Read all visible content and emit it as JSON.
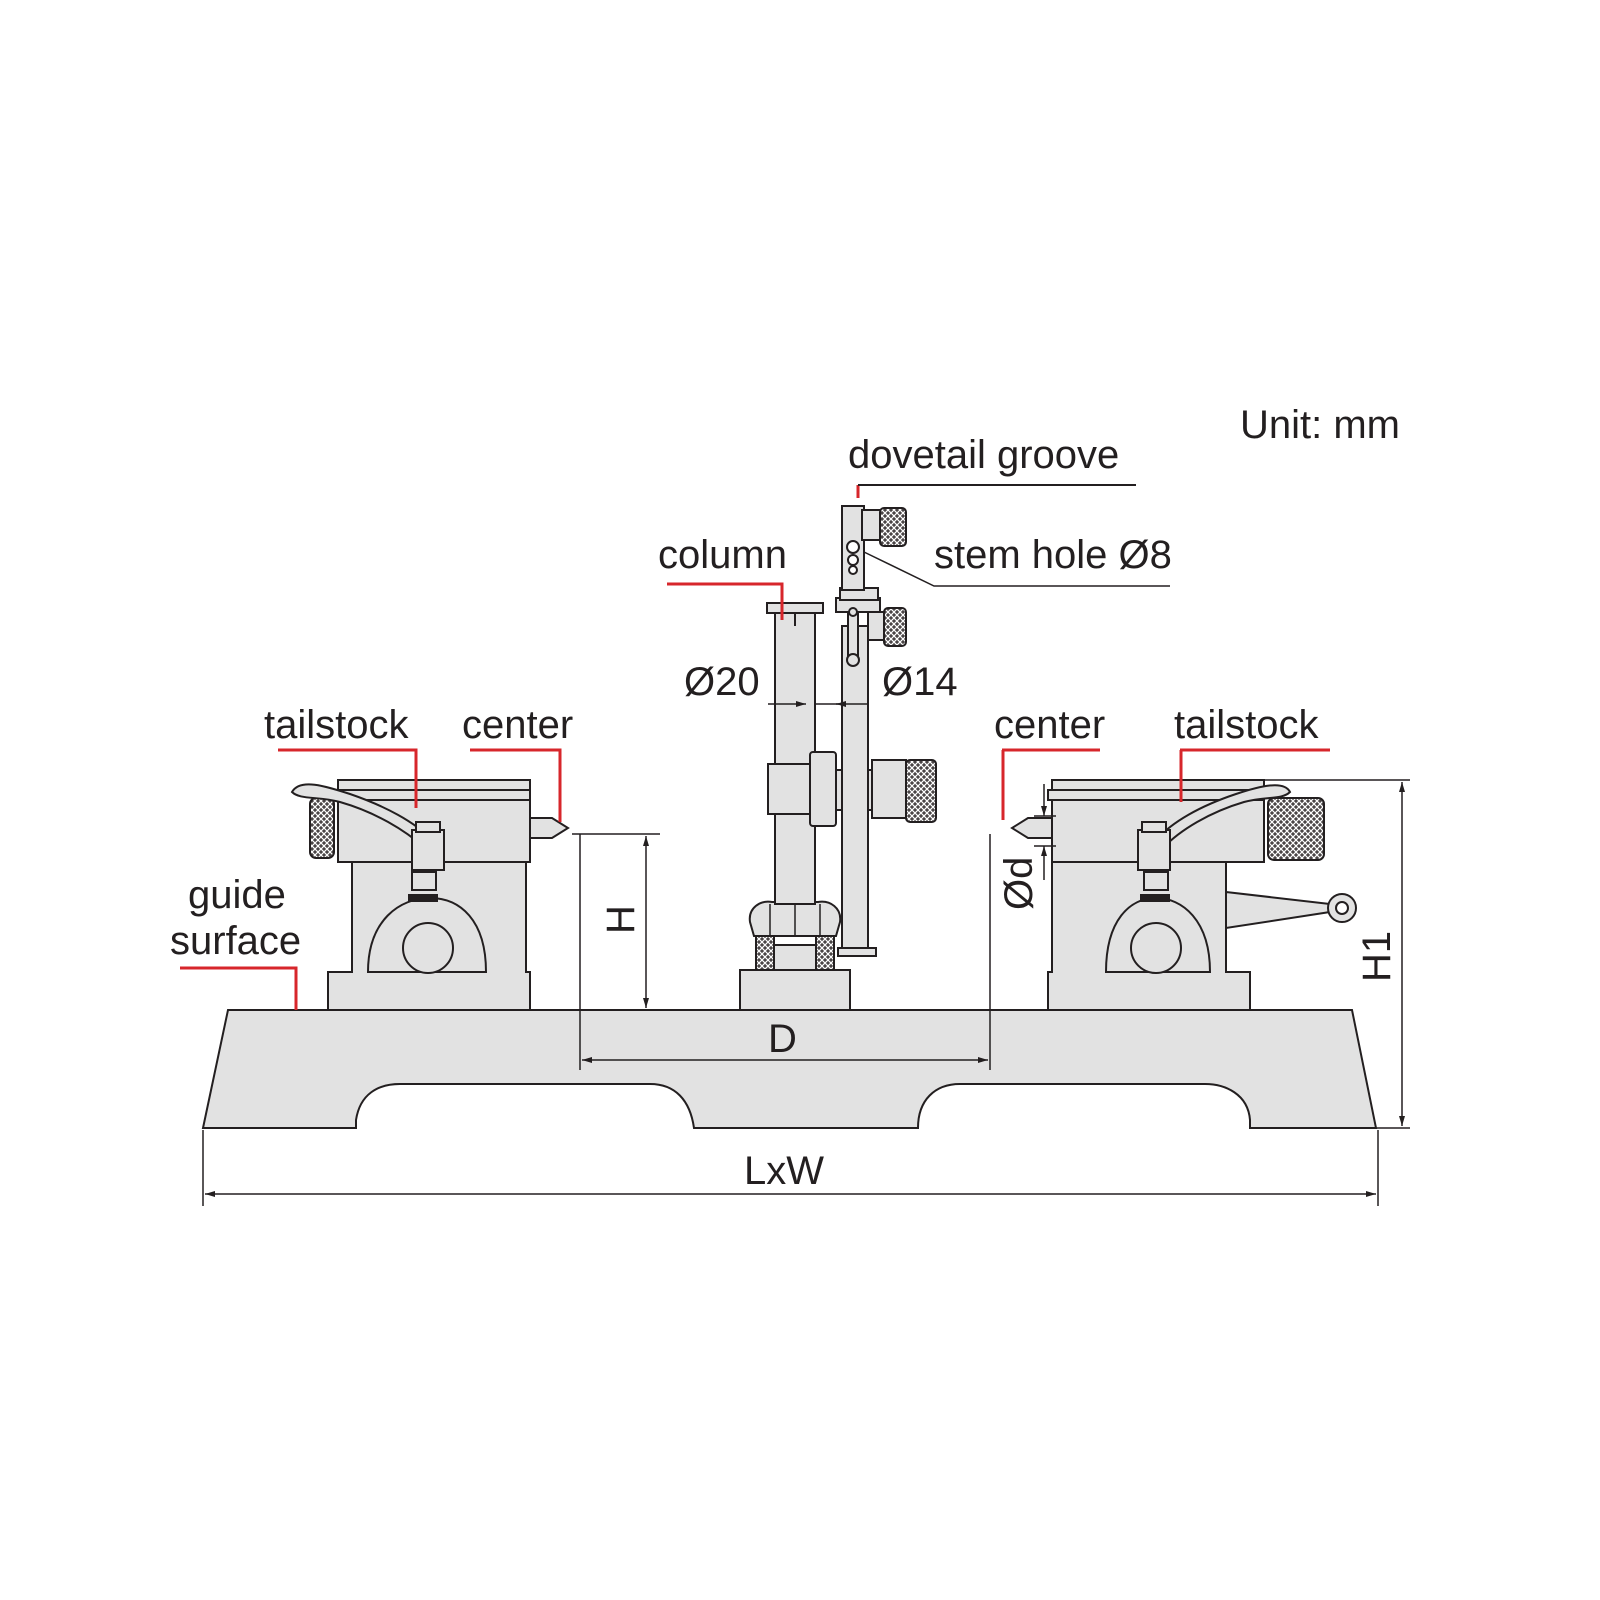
{
  "unit_label": "Unit: mm",
  "labels": {
    "dovetail_groove": "dovetail groove",
    "stem_hole": "stem hole Ø8",
    "column": "column",
    "dia_20": "Ø20",
    "dia_14": "Ø14",
    "tailstock_left": "tailstock",
    "center_left": "center",
    "center_right": "center",
    "tailstock_right": "tailstock",
    "guide_line1": "guide",
    "guide_line2": "surface",
    "dim_H": "H",
    "dim_d": "Ød",
    "dim_D": "D",
    "dim_H1": "H1",
    "dim_LxW": "LxW"
  },
  "colors": {
    "leader": "#d7262b",
    "part_fill": "#e2e2e2",
    "ink": "#231f20"
  }
}
